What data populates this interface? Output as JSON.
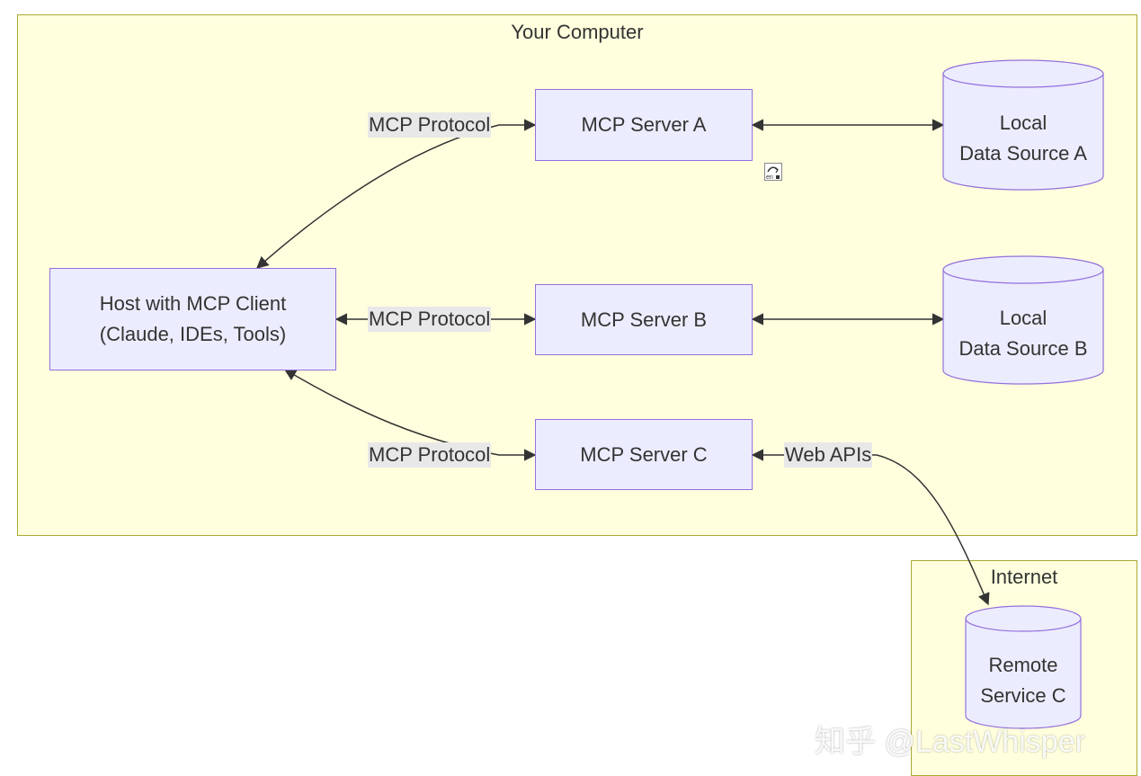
{
  "clusters": {
    "computer": "Your Computer",
    "internet": "Internet"
  },
  "nodes": {
    "host_line1": "Host with MCP Client",
    "host_line2": "(Claude, IDEs, Tools)",
    "server_a": "MCP Server A",
    "server_b": "MCP Server B",
    "server_c": "MCP Server C",
    "datasource_a_line1": "Local",
    "datasource_a_line2": "Data Source A",
    "datasource_b_line1": "Local",
    "datasource_b_line2": "Data Source B",
    "remote_line1": "Remote",
    "remote_line2": "Service C"
  },
  "edge_labels": {
    "protocol_a": "MCP Protocol",
    "protocol_b": "MCP Protocol",
    "protocol_c": "MCP Protocol",
    "web_apis": "Web APIs"
  },
  "watermark": "知乎 @LastWhisper",
  "icons": {
    "translate": "translate-icon"
  },
  "colors": {
    "cluster_fill": "#ffffde",
    "cluster_border": "#aaaa33",
    "node_fill": "#ececff",
    "node_border": "#9370db",
    "edge_label_bg": "#e8e8e8",
    "edge": "#333333"
  }
}
